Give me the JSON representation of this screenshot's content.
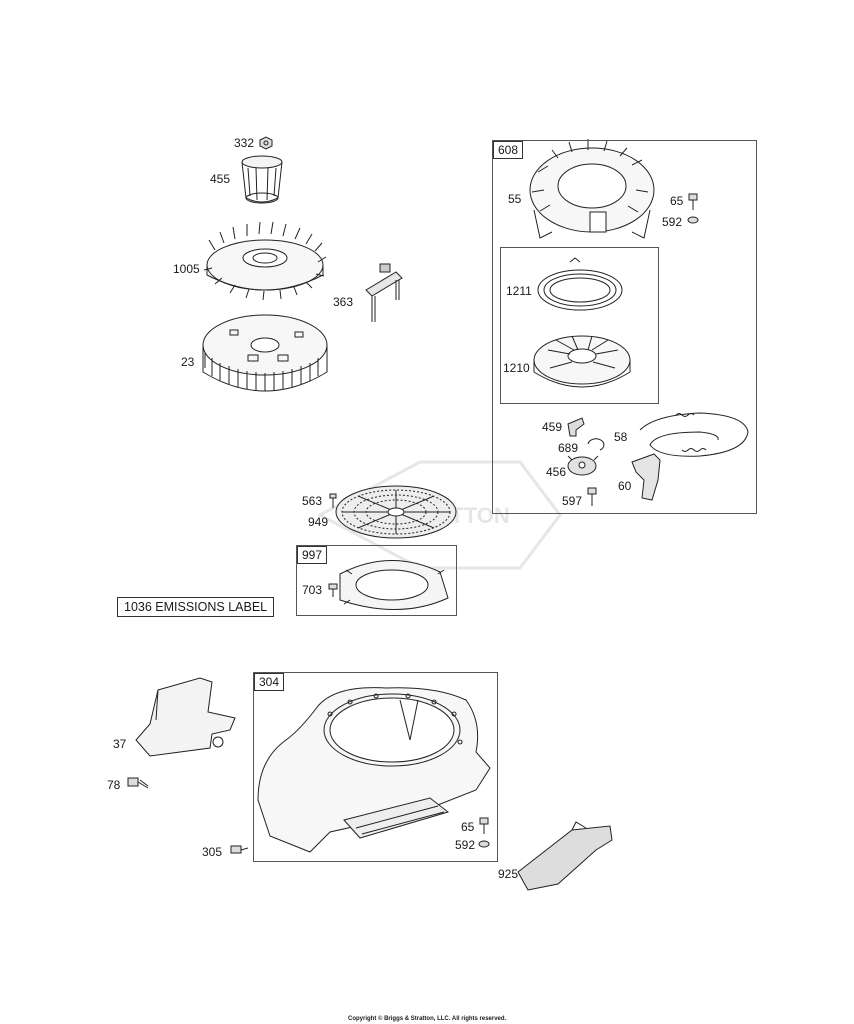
{
  "labels": {
    "p332": "332",
    "p455": "455",
    "p1005": "1005",
    "p363": "363",
    "p23": "23",
    "p55": "55",
    "p65a": "65",
    "p592a": "592",
    "p1211": "1211",
    "p1210": "1210",
    "p459": "459",
    "p58": "58",
    "p689": "689",
    "p456": "456",
    "p60": "60",
    "p597": "597",
    "p563": "563",
    "p949": "949",
    "p703": "703",
    "p37": "37",
    "p78": "78",
    "p65b": "65",
    "p592b": "592",
    "p305": "305",
    "p925": "925"
  },
  "group_tags": {
    "g608": "608",
    "g997": "997",
    "g304": "304"
  },
  "emissions_label": "1036 EMISSIONS LABEL",
  "watermark": "STRATTON",
  "copyright": "Copyright © Briggs & Stratton, LLC. All rights reserved."
}
